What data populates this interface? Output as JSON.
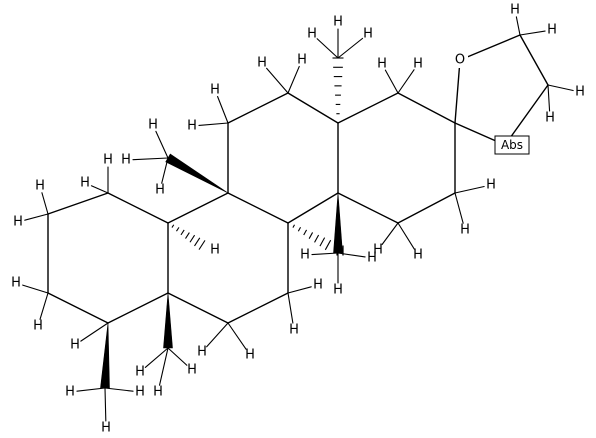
{
  "molecule": {
    "hydrogen_label": "H",
    "oxygen_label": "O",
    "stereo_flag": "Abs"
  }
}
